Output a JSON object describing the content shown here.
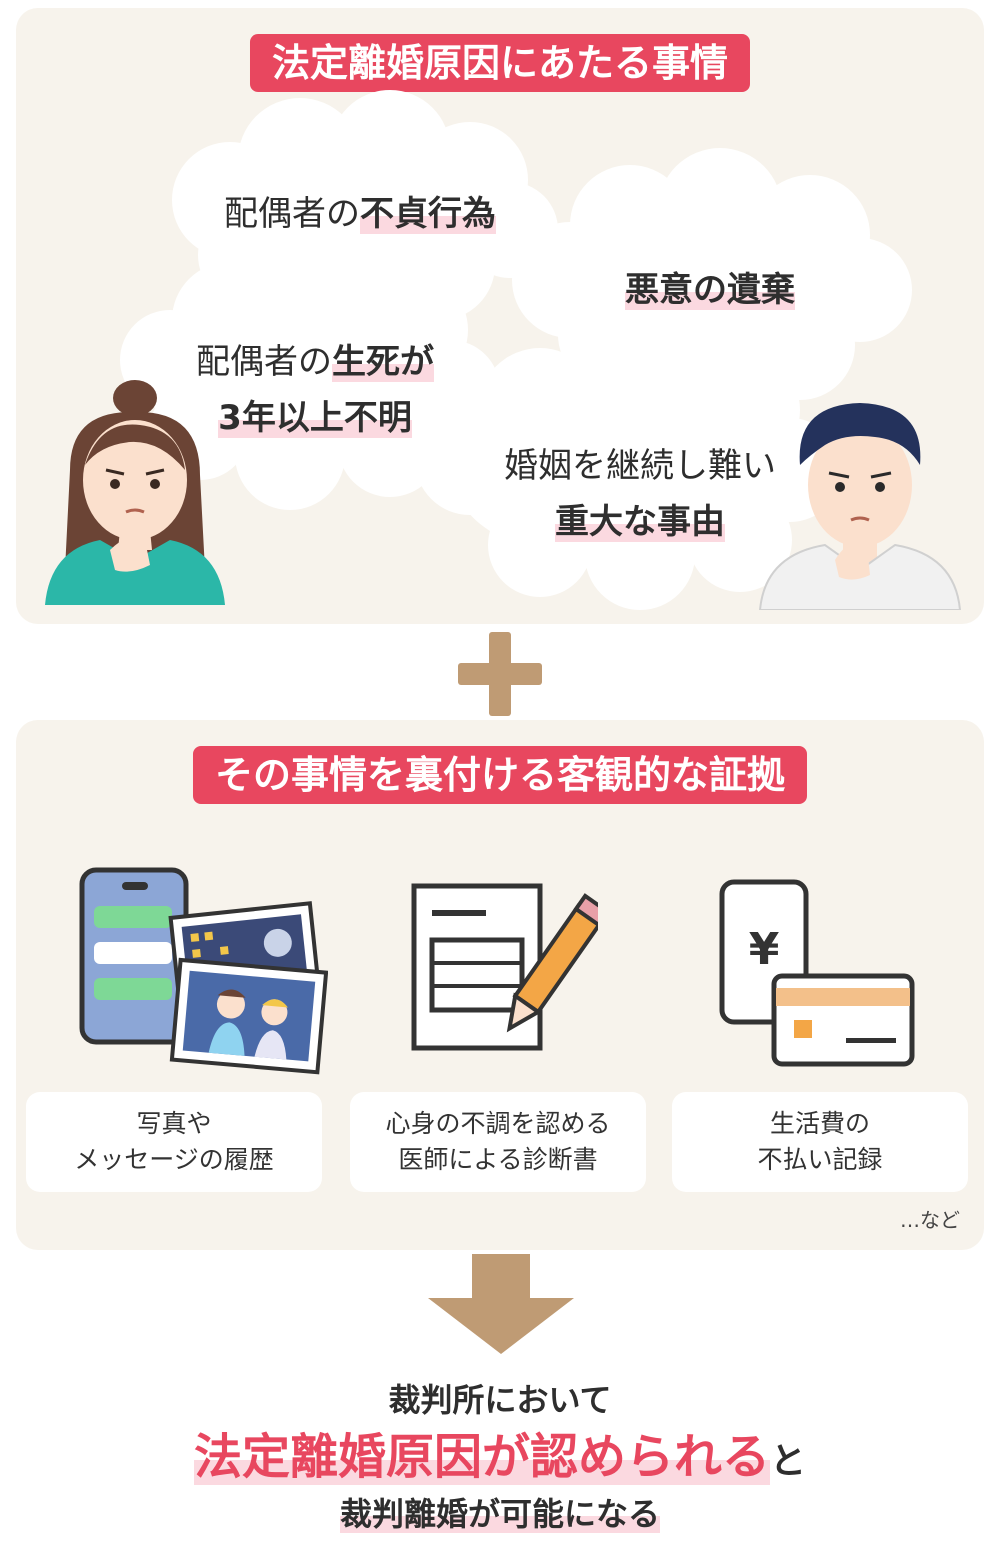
{
  "section1": {
    "title": "法定離婚原因にあたる事情",
    "reasons": [
      {
        "prefix": "配偶者の",
        "emph": "不貞行為"
      },
      {
        "prefix": "",
        "emph": "悪意の遺棄"
      },
      {
        "prefix": "配偶者の",
        "emph": "生死が",
        "line2": "3年以上不明"
      },
      {
        "prefix": "婚姻を継続し難い",
        "emph": "",
        "line2": "重大な事由"
      }
    ]
  },
  "section2": {
    "title": "その事情を裏付ける客観的な証拠",
    "evidence": [
      {
        "line1": "写真や",
        "line2": "メッセージの履歴"
      },
      {
        "line1": "心身の不調を認める",
        "line2": "医師による診断書"
      },
      {
        "line1": "生活費の",
        "line2": "不払い記録"
      }
    ],
    "etc": "…など",
    "yen_symbol": "¥"
  },
  "conclusion": {
    "line1": "裁判所において",
    "line2_emph": "法定離婚原因が認められる",
    "line2_tail": "と",
    "line3": "裁判離婚が可能になる"
  },
  "colors": {
    "accent": "#e8475f",
    "panel": "#f7f3ec",
    "brown": "#bf9b74",
    "highlight": "#fbd9e0"
  }
}
